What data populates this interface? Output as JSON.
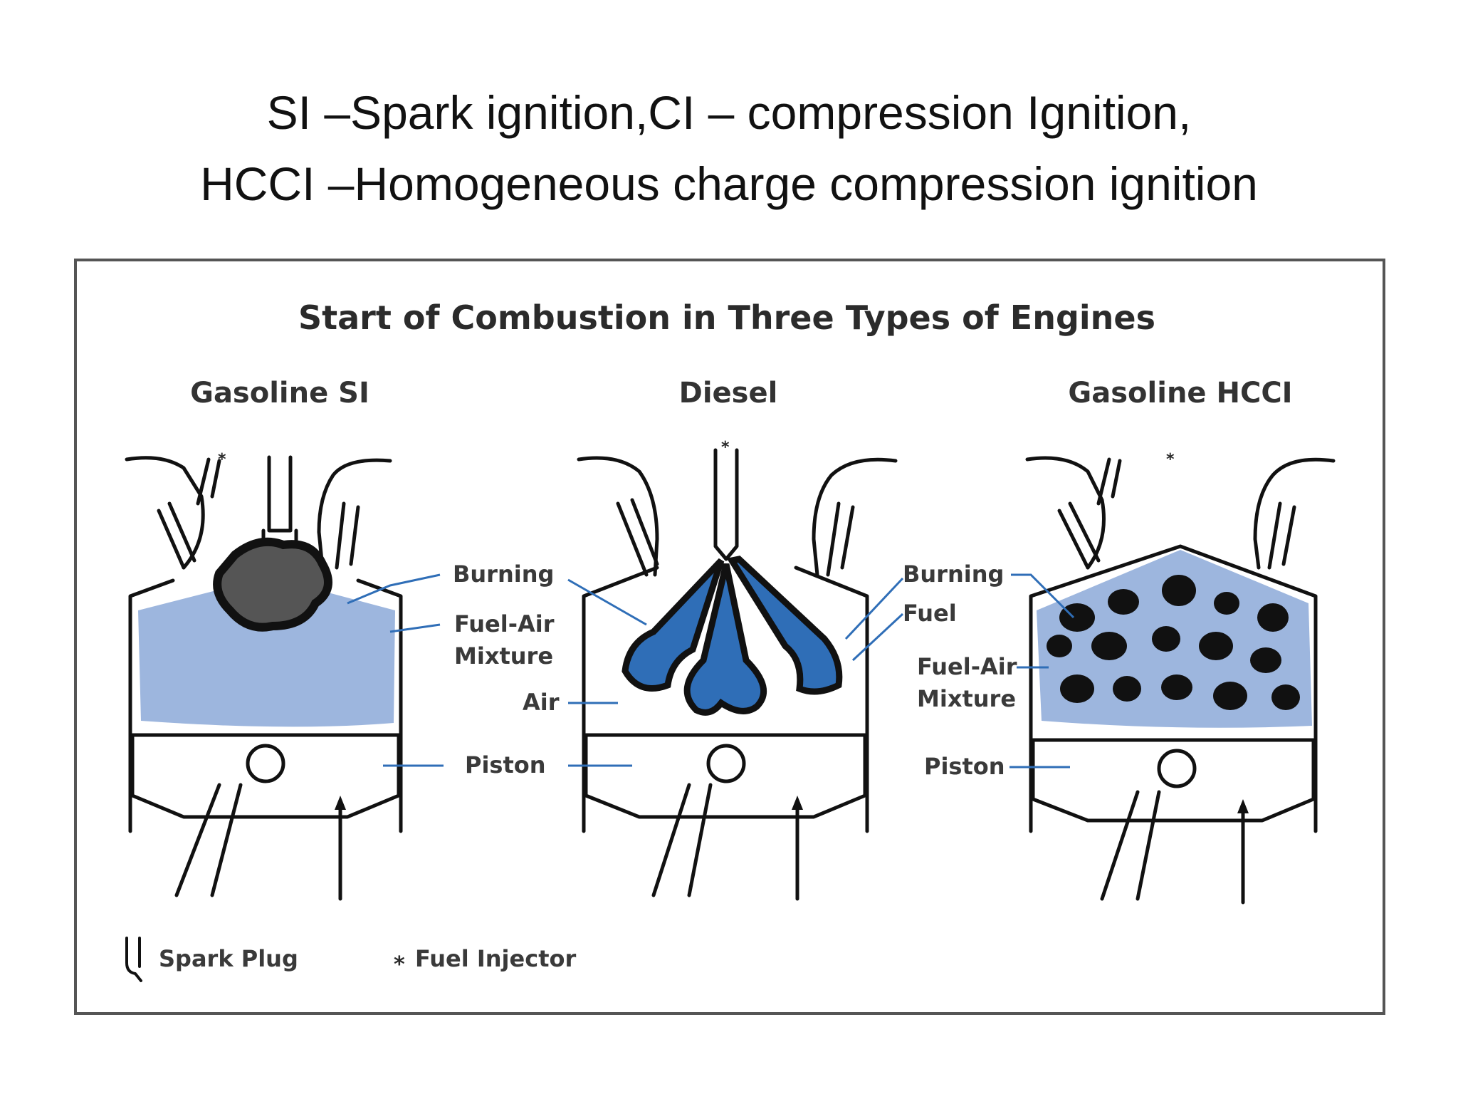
{
  "slide": {
    "title_line1": "SI –Spark ignition,CI – compression Ignition,",
    "title_line2": "HCCI –Homogeneous charge compression ignition"
  },
  "figure": {
    "title": "Start of Combustion in Three Types of Engines",
    "columns": [
      {
        "name": "Gasoline SI",
        "callouts": [
          "Burning",
          "Fuel-Air",
          "Mixture",
          "Piston"
        ]
      },
      {
        "name": "Diesel",
        "callouts": [
          "Air"
        ]
      },
      {
        "name": "Gasoline HCCI",
        "callouts": [
          "Burning",
          "Fuel",
          "Fuel-Air",
          "Mixture",
          "Piston"
        ]
      }
    ],
    "legend": {
      "spark_plug": "Spark Plug",
      "fuel_injector": "Fuel Injector"
    },
    "colors": {
      "mixture": "#9db6de",
      "diesel_spray": "#2f6eb7",
      "burning_si": "#555555",
      "burning_hcci": "#111111",
      "leader": "#2f6eb7"
    }
  }
}
